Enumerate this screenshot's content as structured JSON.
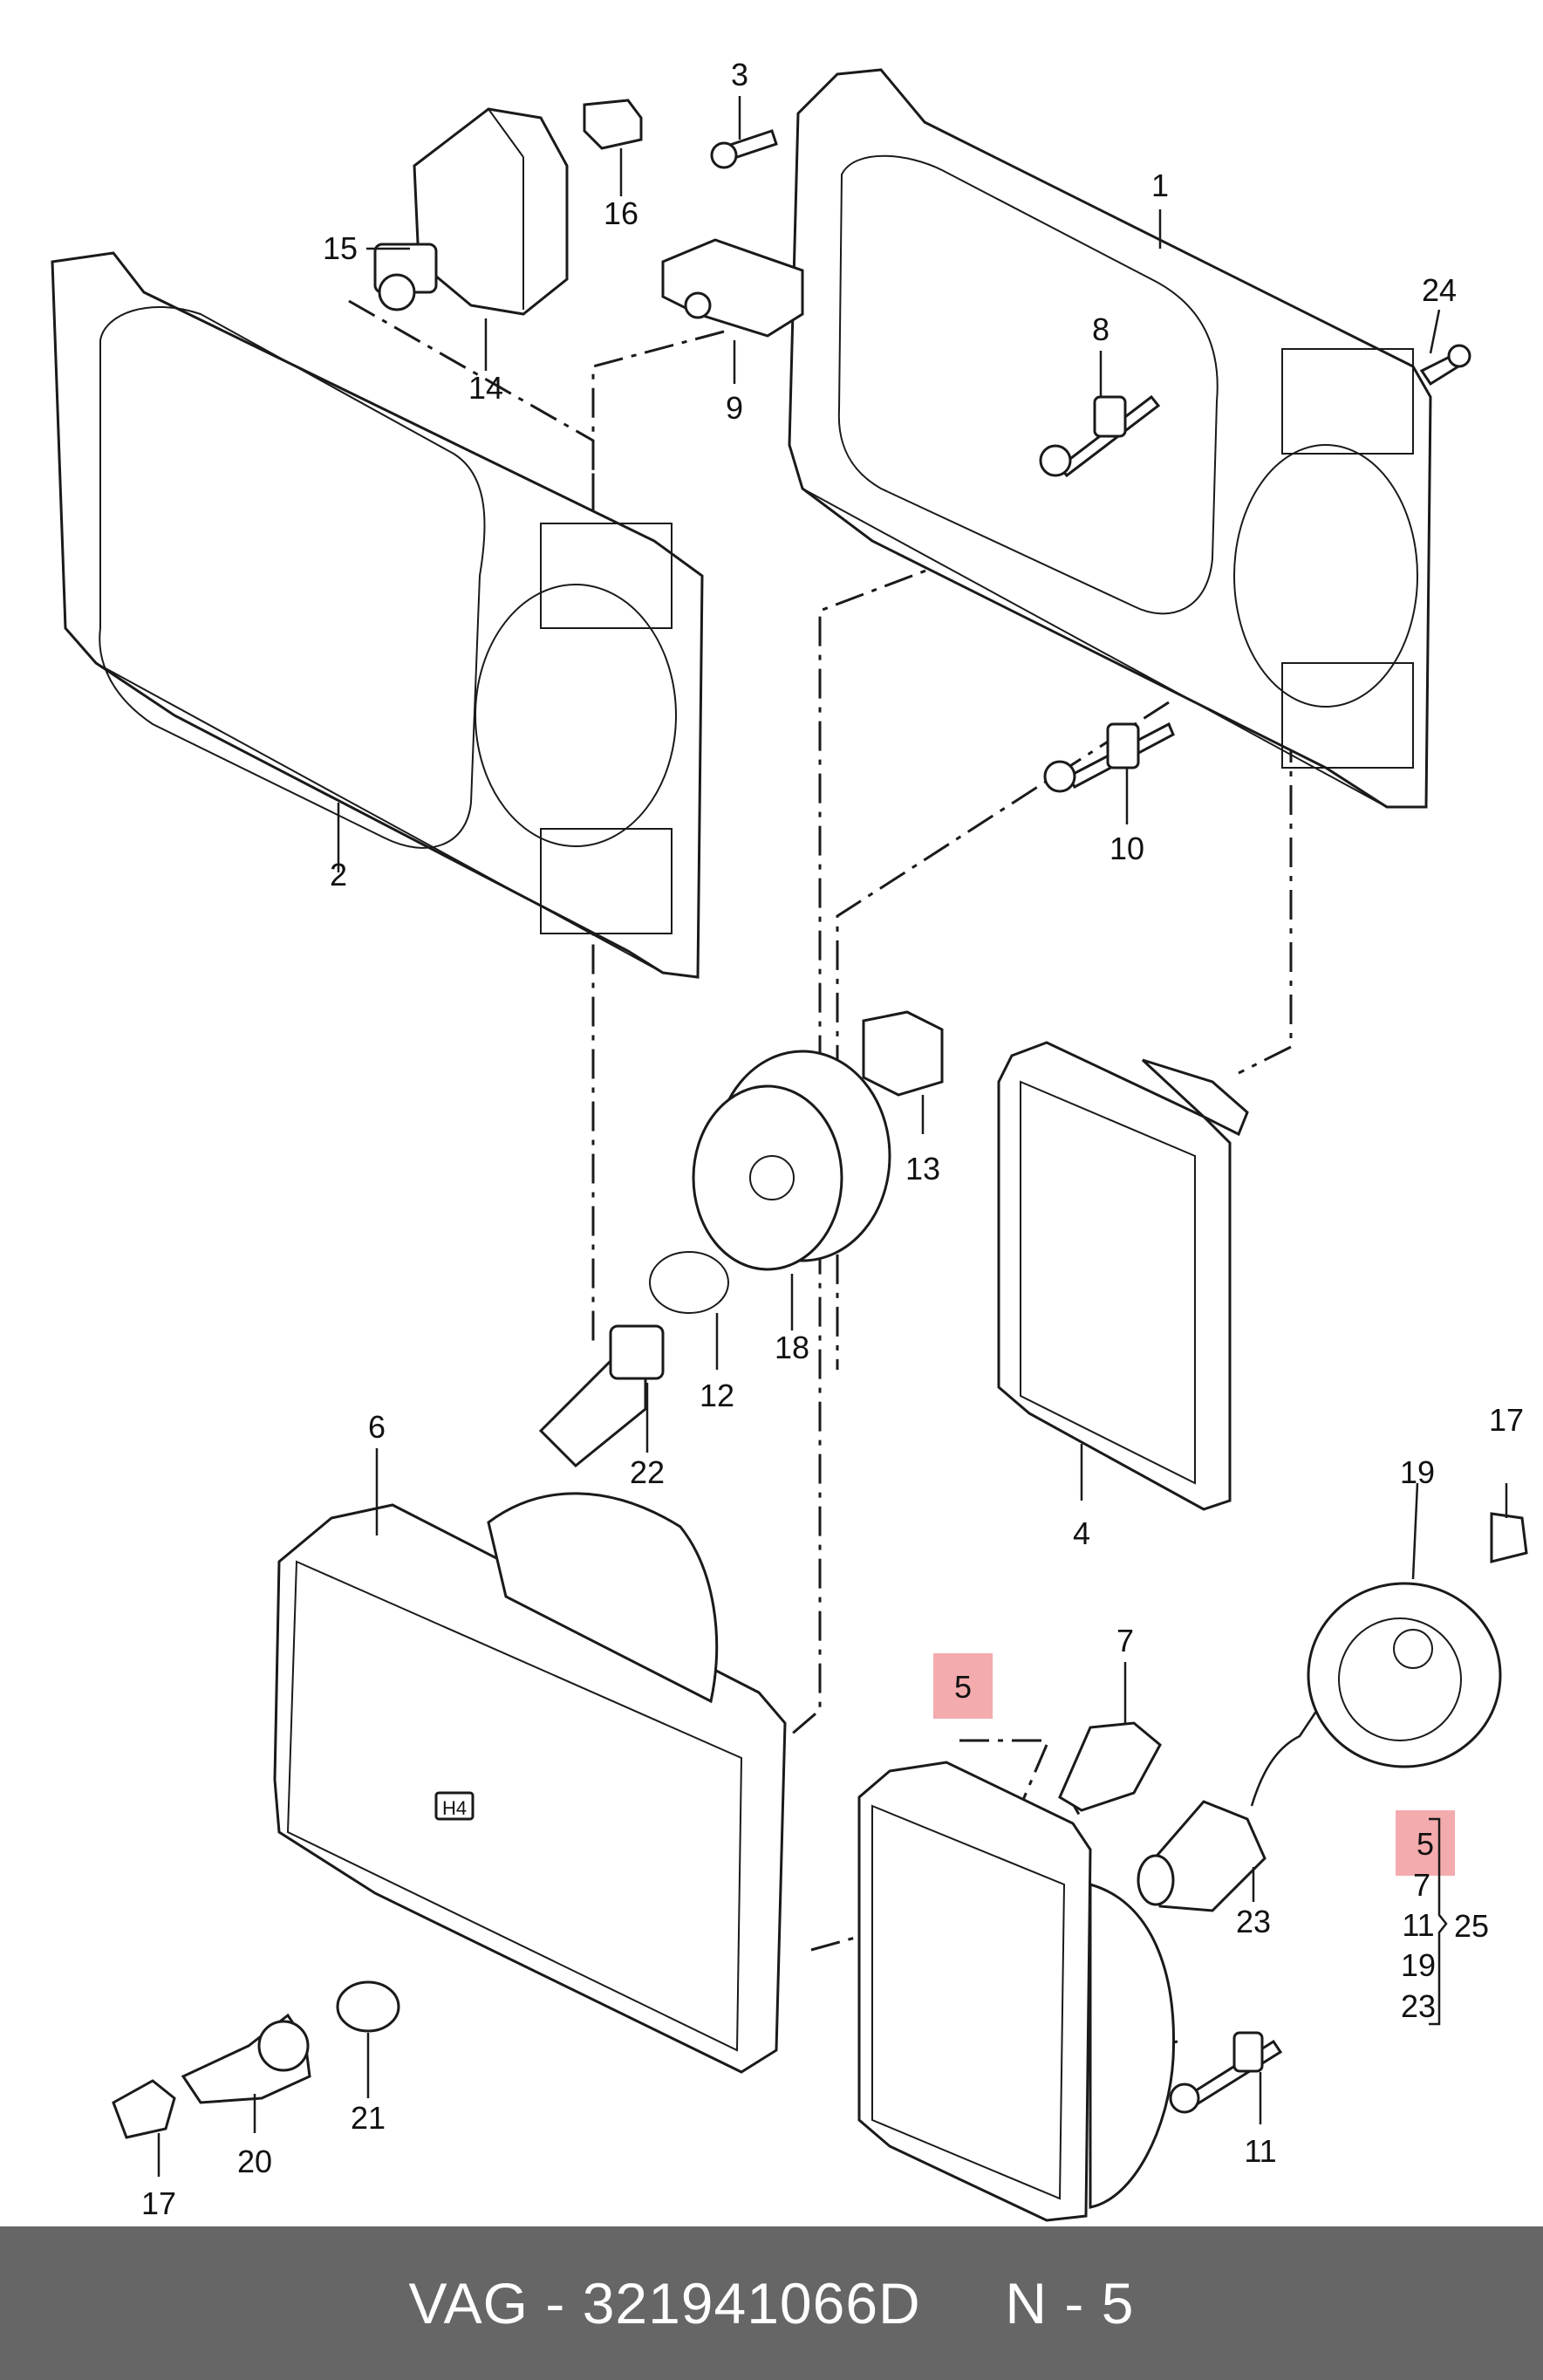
{
  "callouts": {
    "c1": "1",
    "c2": "2",
    "c3": "3",
    "c4": "4",
    "c5a": "5",
    "c5b": "5",
    "c6": "6",
    "c7": "7",
    "c8": "8",
    "c9": "9",
    "c10": "10",
    "c11": "11",
    "c12": "12",
    "c13": "13",
    "c14": "14",
    "c15": "15",
    "c16": "16",
    "c17a": "17",
    "c17b": "17",
    "c18": "18",
    "c19": "19",
    "c20": "20",
    "c21": "21",
    "c22": "22",
    "c23": "23",
    "c24": "24"
  },
  "kit_list": {
    "items": [
      "5",
      "7",
      "11",
      "19",
      "23"
    ],
    "kit_number": "25"
  },
  "lens_marking": "H4",
  "highlight_color": "#f29ca0",
  "footer": {
    "brand": "VAG",
    "separator": "-",
    "part_number": "321941066D",
    "position_prefix": "N",
    "position_number": "5"
  }
}
